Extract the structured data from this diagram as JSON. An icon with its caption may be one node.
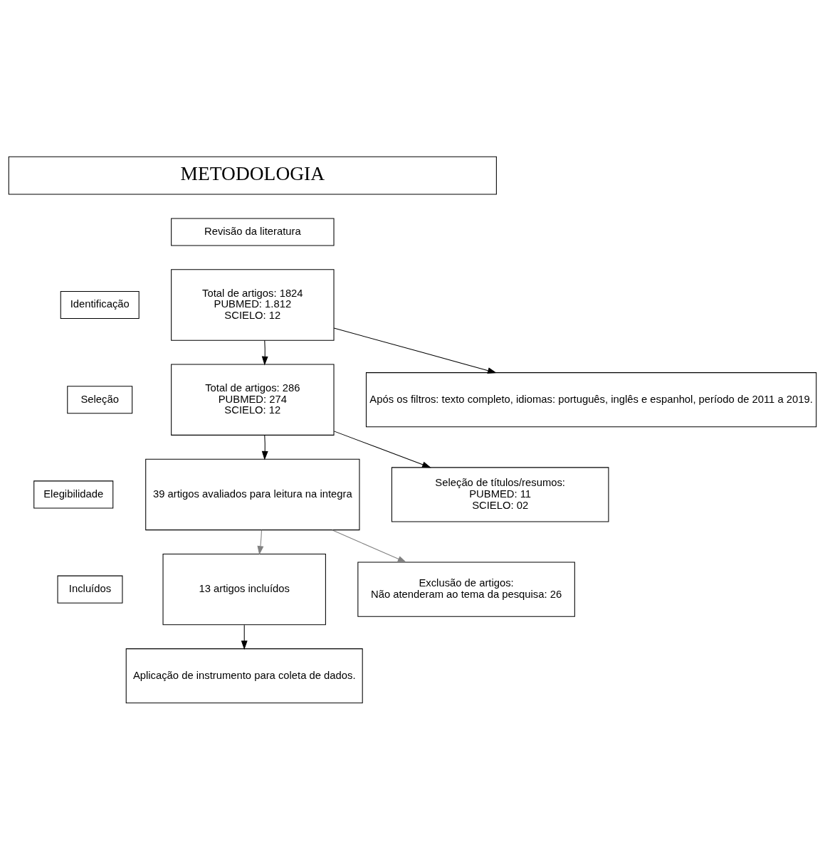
{
  "diagram": {
    "nodes": [
      {
        "text": [
          "METODOLOGIA"
        ]
      },
      {
        "text": [
          "Revisão da literatura"
        ]
      },
      {
        "text": [
          "Identificação"
        ]
      },
      {
        "text": [
          "Total de artigos: 1824",
          "PUBMED: 1.812",
          "SCIELO: 12"
        ]
      },
      {
        "text": [
          "Após os filtros: texto completo, idiomas: português, inglês e espanhol, período de 2011 a 2019."
        ]
      },
      {
        "text": [
          "Seleção"
        ]
      },
      {
        "text": [
          "Total de artigos: 286",
          "PUBMED: 274",
          "SCIELO: 12"
        ]
      },
      {
        "text": [
          "Seleção de títulos/resumos:",
          "PUBMED: 11",
          "SCIELO: 02"
        ]
      },
      {
        "text": [
          "Elegibilidade"
        ]
      },
      {
        "text": [
          "39 artigos avaliados para leitura na integra"
        ]
      },
      {
        "text": [
          "Exclusão de artigos:",
          "Não atenderam ao tema da pesquisa: 26"
        ]
      },
      {
        "text": [
          "Incluídos"
        ]
      },
      {
        "text": [
          "13 artigos incluídos"
        ]
      },
      {
        "text": [
          "Aplicação de instrumento para coleta de dados."
        ]
      }
    ],
    "edges": [
      {
        "from": 3,
        "to": 6,
        "arrow": "to"
      },
      {
        "from": 3,
        "to": 4,
        "arrow": "to"
      },
      {
        "from": 6,
        "to": 9,
        "arrow": "to"
      },
      {
        "from": 6,
        "to": 7,
        "arrow": "to"
      },
      {
        "from": 9,
        "to": 12,
        "arrow": "to",
        "color": "#808080"
      },
      {
        "from": 9,
        "to": 10,
        "arrow": "to",
        "color": "#808080"
      },
      {
        "from": 12,
        "to": 13,
        "arrow": "to"
      }
    ]
  }
}
